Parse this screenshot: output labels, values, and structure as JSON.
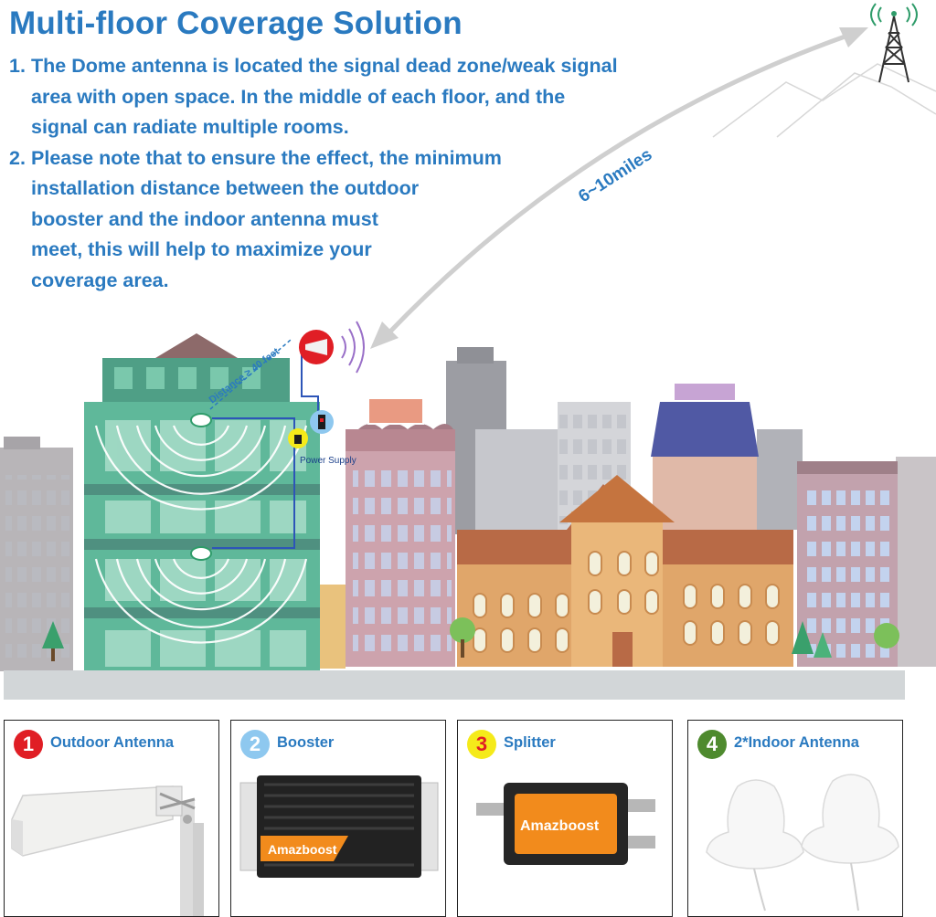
{
  "title": "Multi-floor Coverage Solution",
  "notes": [
    {
      "num": "1.",
      "lines": [
        "The Dome antenna is located the signal dead zone/weak signal",
        "area with open space. In the middle of each floor, and the",
        "signal can radiate multiple rooms."
      ]
    },
    {
      "num": "2.",
      "lines": [
        "Please note that to ensure the effect, the minimum",
        "installation distance between the outdoor",
        "booster and the indoor antenna must",
        "meet, this will help to maximize your",
        "coverage area."
      ]
    }
  ],
  "diagram": {
    "distance_miles": "6~10miles",
    "distance_feet": "Distance ≥ 40 feet",
    "power_supply": "Power Supply"
  },
  "products": [
    {
      "num": "1",
      "label": "Outdoor Antenna",
      "badge_color": "#e01e25",
      "num_color": "#ffffff",
      "icon": "yagi-antenna-icon"
    },
    {
      "num": "2",
      "label": "Booster",
      "badge_color": "#8ec8ef",
      "num_color": "#ffffff",
      "icon": "booster-icon",
      "brand": "Amazboost"
    },
    {
      "num": "3",
      "label": "Splitter",
      "badge_color": "#f5ea1a",
      "num_color": "#e01e25",
      "icon": "splitter-icon",
      "brand": "Amazboost"
    },
    {
      "num": "4",
      "label": "2*Indoor Antenna",
      "badge_color": "#4e8a2e",
      "num_color": "#ffffff",
      "icon": "dome-antenna-icon"
    }
  ],
  "colors": {
    "heading": "#2a7ac0",
    "main_building": "#5fb89a",
    "sidewalk": "#d2d6d8"
  }
}
